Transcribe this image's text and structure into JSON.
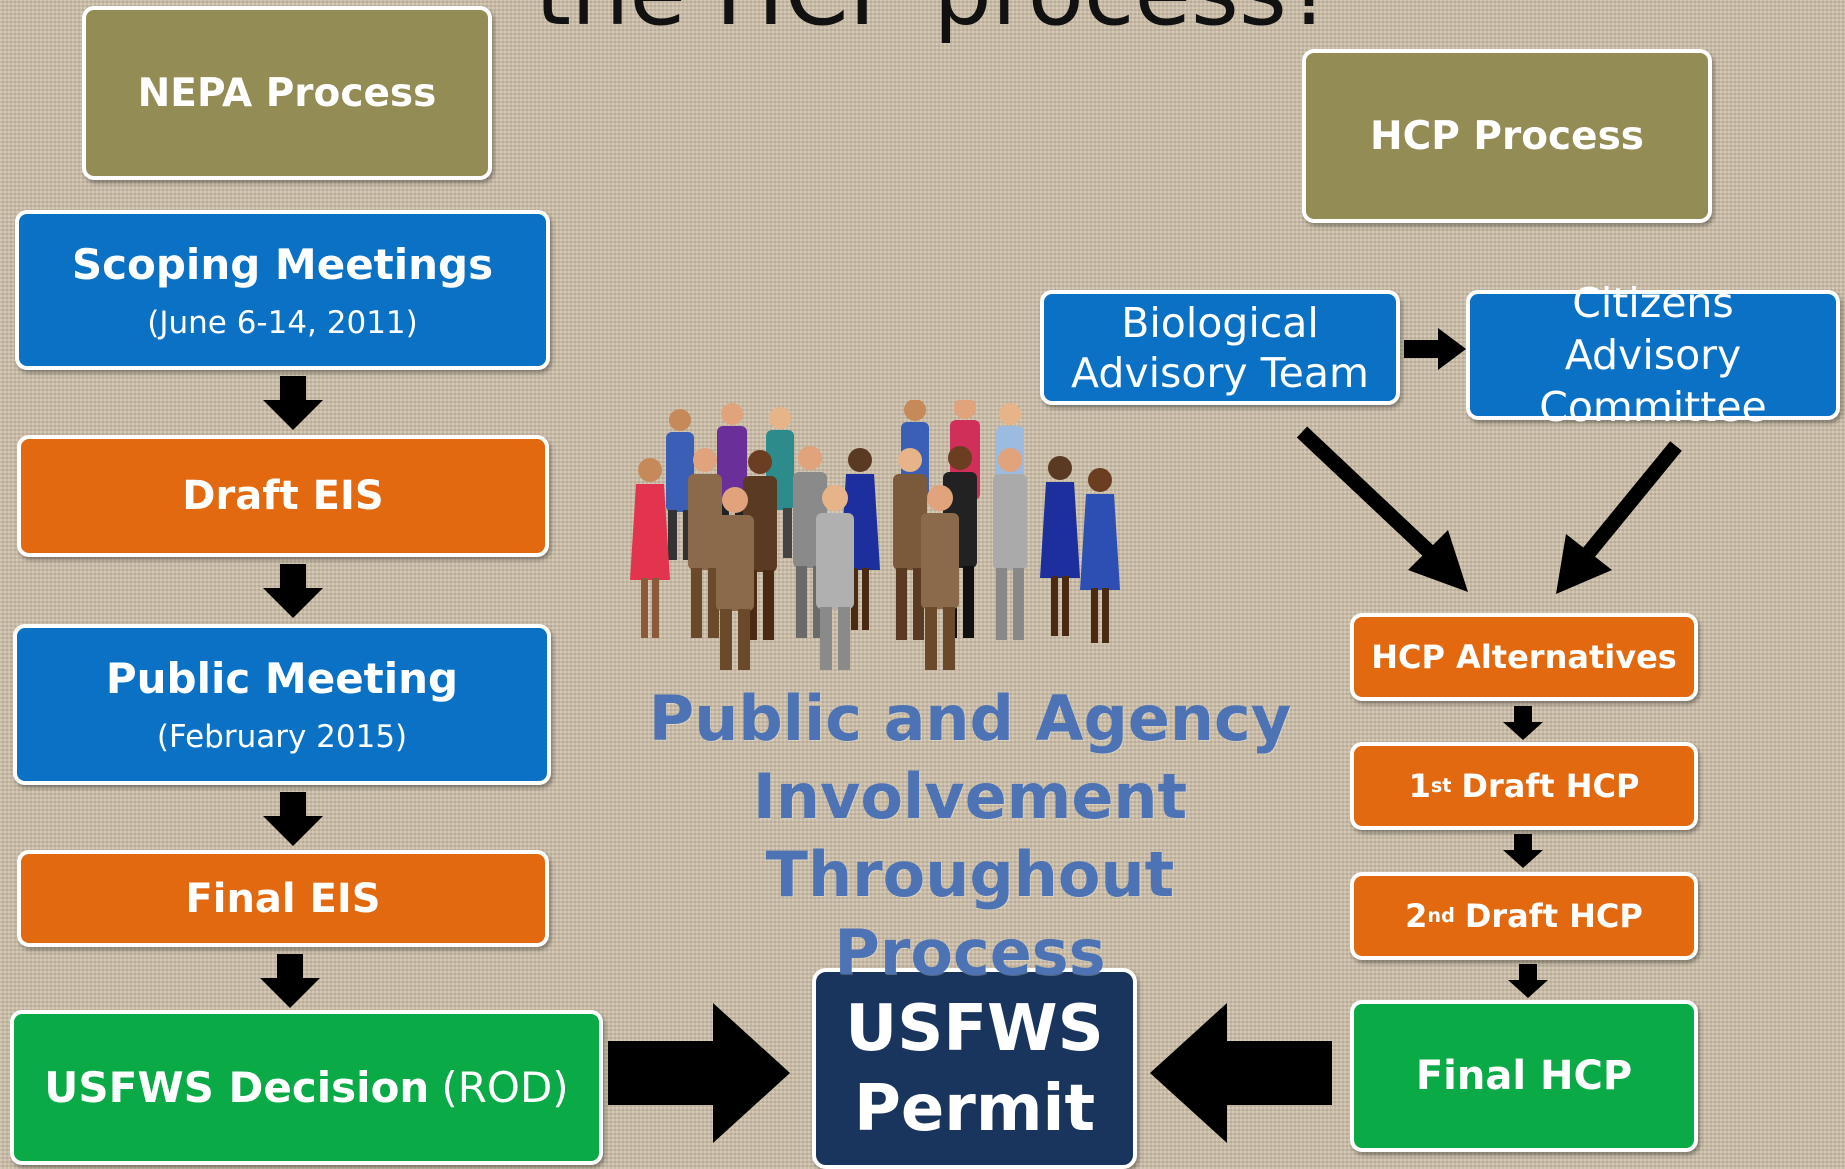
{
  "title_fragment": "the HCP process?",
  "nepa": {
    "header": "NEPA Process",
    "scoping": {
      "label": "Scoping Meetings",
      "date": "(June 6-14, 2011)"
    },
    "draft_eis": "Draft EIS",
    "public_meeting": {
      "label": "Public Meeting",
      "date": "(February 2015)"
    },
    "final_eis": "Final EIS",
    "decision": {
      "label": "USFWS Decision",
      "suffix": "(ROD)"
    }
  },
  "hcp": {
    "header": "HCP Process",
    "bat": "Biological Advisory Team",
    "cac": "Citizens Advisory Committee",
    "alternatives": "HCP Alternatives",
    "draft1": {
      "num": "1",
      "sup": "st",
      "rest": "Draft HCP"
    },
    "draft2": {
      "num": "2",
      "sup": "nd",
      "rest": "Draft HCP"
    },
    "final": "Final HCP"
  },
  "permit": {
    "line1": "USFWS",
    "line2": "Permit"
  },
  "center": {
    "line1": "Public and Agency",
    "line2": "Involvement",
    "line3": "Throughout Process"
  },
  "colors": {
    "olive": "#948c55",
    "blue": "#0a71c4",
    "orange": "#e2690f",
    "green": "#0aaa46",
    "navy": "#1a355d",
    "center_text": "#4d73b5"
  },
  "icons": {
    "crowd": "crowd-of-people-icon",
    "arrows": "down-arrow-icon, right-arrow-icon, left-arrow-icon, diagonal-arrow-icon"
  }
}
